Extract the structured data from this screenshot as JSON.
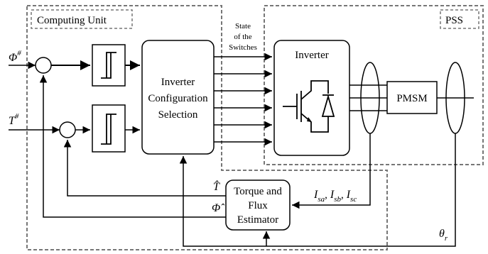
{
  "regions": {
    "computing_unit": "Computing Unit",
    "pss": "PSS"
  },
  "blocks": {
    "inverter_config": [
      "Inverter",
      "Configuration",
      "Selection"
    ],
    "inverter": "Inverter",
    "pmsm": "PMSM",
    "estimator": [
      "Torque and",
      "Flux",
      "Estimator"
    ]
  },
  "annotations": {
    "state_switches": [
      "State",
      "of the",
      "Switches"
    ]
  },
  "signals": {
    "flux_ref": "Φ",
    "flux_ref_sup": "#",
    "torque_ref": "T",
    "torque_ref_sup": "#",
    "torque_est": "T̂",
    "flux_est": "Φ̂",
    "i_sa": "I",
    "i_sa_sub": "sa",
    "i_sb": "I",
    "i_sb_sub": "sb",
    "i_sc": "I",
    "i_sc_sub": "sc",
    "sep1": ",",
    "sep2": ",",
    "theta": "θ",
    "theta_sub": "r"
  }
}
